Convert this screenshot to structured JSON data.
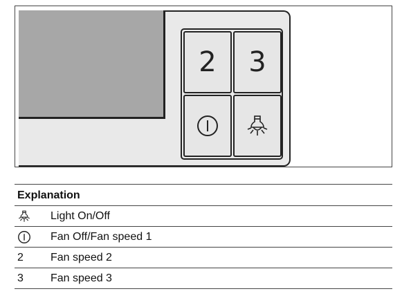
{
  "panel": {
    "buttons": [
      {
        "id": "fan-speed-2",
        "label": "2"
      },
      {
        "id": "fan-speed-3",
        "label": "3"
      },
      {
        "id": "fan-off-speed-1",
        "icon": "power-icon"
      },
      {
        "id": "light",
        "icon": "light-bulb-icon"
      }
    ]
  },
  "explanation": {
    "title": "Explanation",
    "rows": [
      {
        "symbol_icon": "light-bulb-icon",
        "description": "Light On/Off"
      },
      {
        "symbol_icon": "power-icon",
        "description": "Fan Off/Fan speed 1"
      },
      {
        "symbol": "2",
        "description": "Fan speed 2"
      },
      {
        "symbol": "3",
        "description": "Fan speed 3"
      }
    ]
  },
  "colors": {
    "display": "#a7a7a7",
    "housing": "#e9e9e9",
    "outline": "#222222"
  }
}
